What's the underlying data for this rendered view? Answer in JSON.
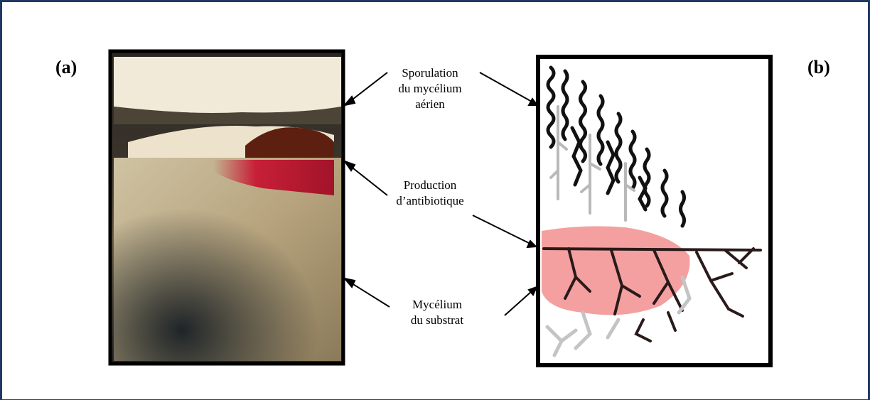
{
  "figure": {
    "panel_a_label": "(a)",
    "panel_b_label": "(b)",
    "frame_color": "#1f3864",
    "antibiotic_color": "#c8102e",
    "overlay_color": "#f08080"
  },
  "annotations": {
    "sporulation_line1": "Sporulation",
    "sporulation_line2": "du mycélium",
    "sporulation_line3": "aérien",
    "production_line1": "Production",
    "production_line2": "d’antibiotique",
    "substrate_line1": "Mycélium",
    "substrate_line2": "du substrat"
  }
}
